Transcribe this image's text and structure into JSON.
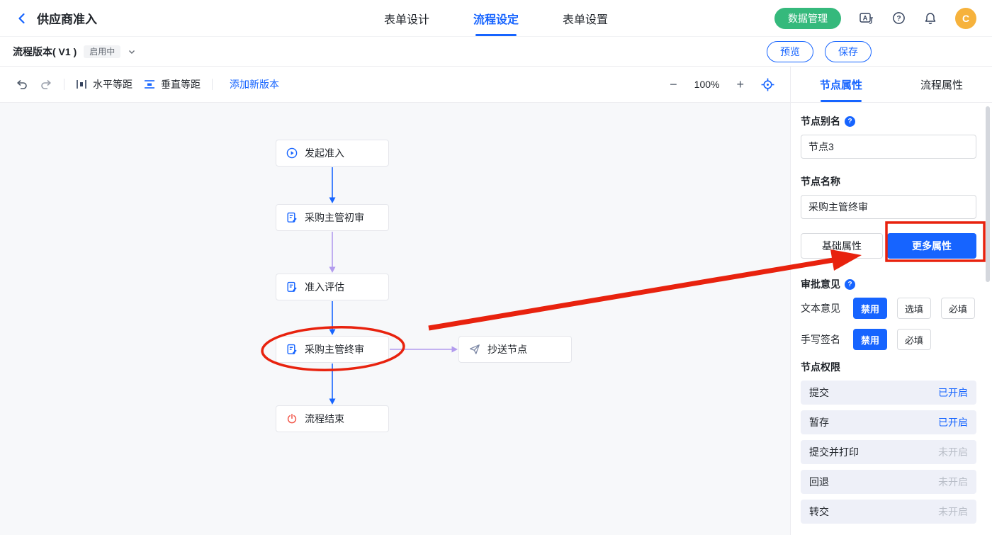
{
  "colors": {
    "primary": "#1664ff",
    "green": "#35b97c",
    "annotation_red": "#e8220e",
    "purple_connector": "#b29bee",
    "canvas_bg": "#f7f8fa"
  },
  "topbar": {
    "title": "供应商准入",
    "tabs": [
      "表单设计",
      "流程设定",
      "表单设置"
    ],
    "active_tab": "流程设定",
    "data_management_button": "数据管理",
    "avatar_initial": "C"
  },
  "versionbar": {
    "label": "流程版本( V1 )",
    "status_badge": "启用中",
    "preview_button": "预览",
    "save_button": "保存"
  },
  "toolbar": {
    "horizontal_spacing": "水平等距",
    "vertical_spacing": "垂直等距",
    "add_version": "添加新版本",
    "zoom_out": "−",
    "zoom_level": "100%",
    "zoom_in": "+"
  },
  "flow": {
    "nodes": [
      {
        "label": "发起准入",
        "icon": "play-icon"
      },
      {
        "label": "采购主管初审",
        "icon": "doc-edit-icon"
      },
      {
        "label": "准入评估",
        "icon": "doc-edit-icon"
      },
      {
        "label": "采购主管终审",
        "icon": "doc-edit-icon"
      },
      {
        "label": "抄送节点",
        "icon": "send-icon"
      },
      {
        "label": "流程结束",
        "icon": "power-icon"
      }
    ]
  },
  "panel": {
    "tabs": [
      "节点属性",
      "流程属性"
    ],
    "active_tab": "节点属性",
    "node_alias": {
      "label": "节点别名",
      "value": "节点3"
    },
    "node_name": {
      "label": "节点名称",
      "value": "采购主管终审"
    },
    "basic_button": "基础属性",
    "more_button": "更多属性",
    "approval": {
      "label": "审批意见",
      "text_opinion": {
        "label": "文本意见",
        "options": [
          "禁用",
          "选填",
          "必填"
        ],
        "selected": "禁用"
      },
      "signature": {
        "label": "手写签名",
        "options": [
          "禁用",
          "必填"
        ],
        "selected": "禁用"
      }
    },
    "permissions": {
      "label": "节点权限",
      "items": [
        {
          "name": "提交",
          "status": "已开启"
        },
        {
          "name": "暂存",
          "status": "已开启"
        },
        {
          "name": "提交并打印",
          "status": "未开启"
        },
        {
          "name": "回退",
          "status": "未开启"
        },
        {
          "name": "转交",
          "status": "未开启"
        }
      ]
    }
  }
}
